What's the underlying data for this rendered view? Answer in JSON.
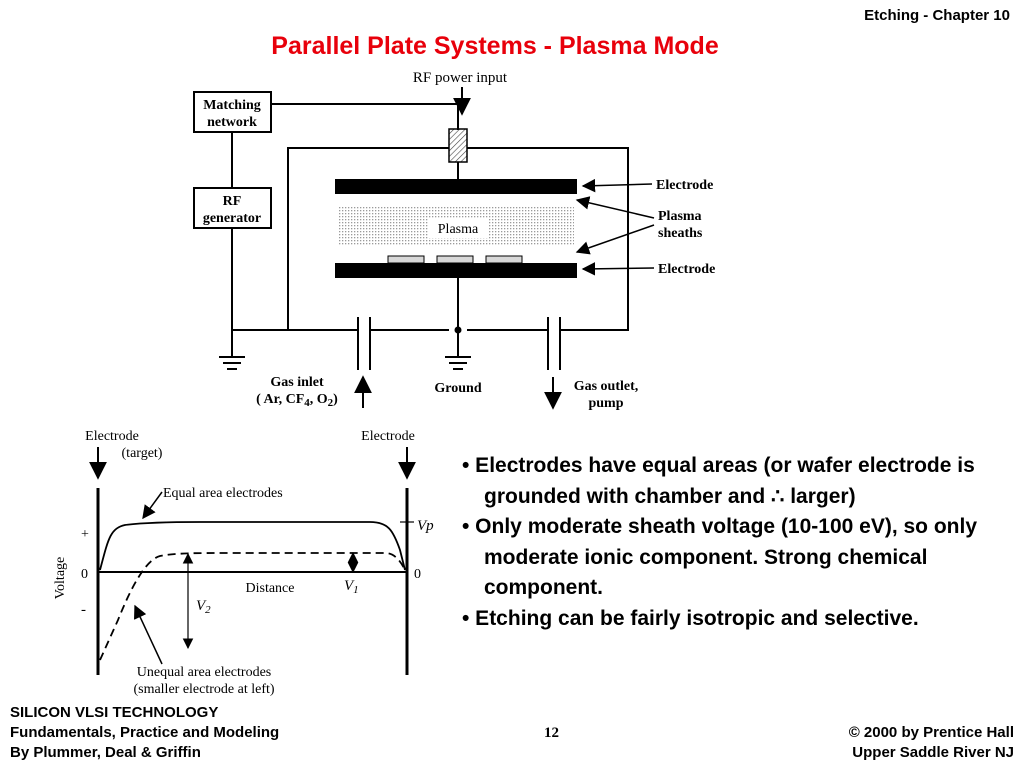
{
  "header": {
    "chapter": "Etching - Chapter 10",
    "title": "Parallel Plate Systems - Plasma Mode"
  },
  "chamber_diagram": {
    "rf_power_input": "RF power input",
    "matching_network": [
      "Matching",
      "network"
    ],
    "rf_generator": [
      "RF",
      "generator"
    ],
    "electrode_top": "Electrode",
    "plasma": "Plasma",
    "plasma_sheaths": [
      "Plasma",
      "sheaths"
    ],
    "electrode_bottom": "Electrode",
    "gas_inlet": [
      "Gas inlet",
      "( Ar, CF",
      "4",
      ", O",
      "2",
      ")"
    ],
    "ground": "Ground",
    "gas_outlet": [
      "Gas outlet,",
      "pump"
    ]
  },
  "voltage_plot": {
    "electrode_left": "Electrode",
    "target": "(target)",
    "electrode_right": "Electrode",
    "equal_area": "Equal area electrodes",
    "plus": "+",
    "zero_left": "0",
    "zero_right": "0",
    "minus": "-",
    "ylabel": "Voltage",
    "xlabel": "Distance",
    "vp": "Vp",
    "v1": "V",
    "v1_sub": "1",
    "v2": "V",
    "v2_sub": "2",
    "unequal_area": [
      "Unequal area electrodes",
      "(smaller electrode at left)"
    ]
  },
  "bullets": [
    "• Electrodes have equal areas (or wafer electrode is grounded with chamber and ∴ larger)",
    "• Only moderate sheath voltage (10-100 eV), so only moderate ionic component. Strong chemical component.",
    "• Etching can be fairly isotropic and selective."
  ],
  "footer": {
    "left": [
      "SILICON VLSI TECHNOLOGY",
      "Fundamentals, Practice and Modeling",
      "By Plummer, Deal & Griffin"
    ],
    "page": "12",
    "right": [
      "© 2000 by Prentice Hall",
      "Upper Saddle River NJ"
    ]
  }
}
